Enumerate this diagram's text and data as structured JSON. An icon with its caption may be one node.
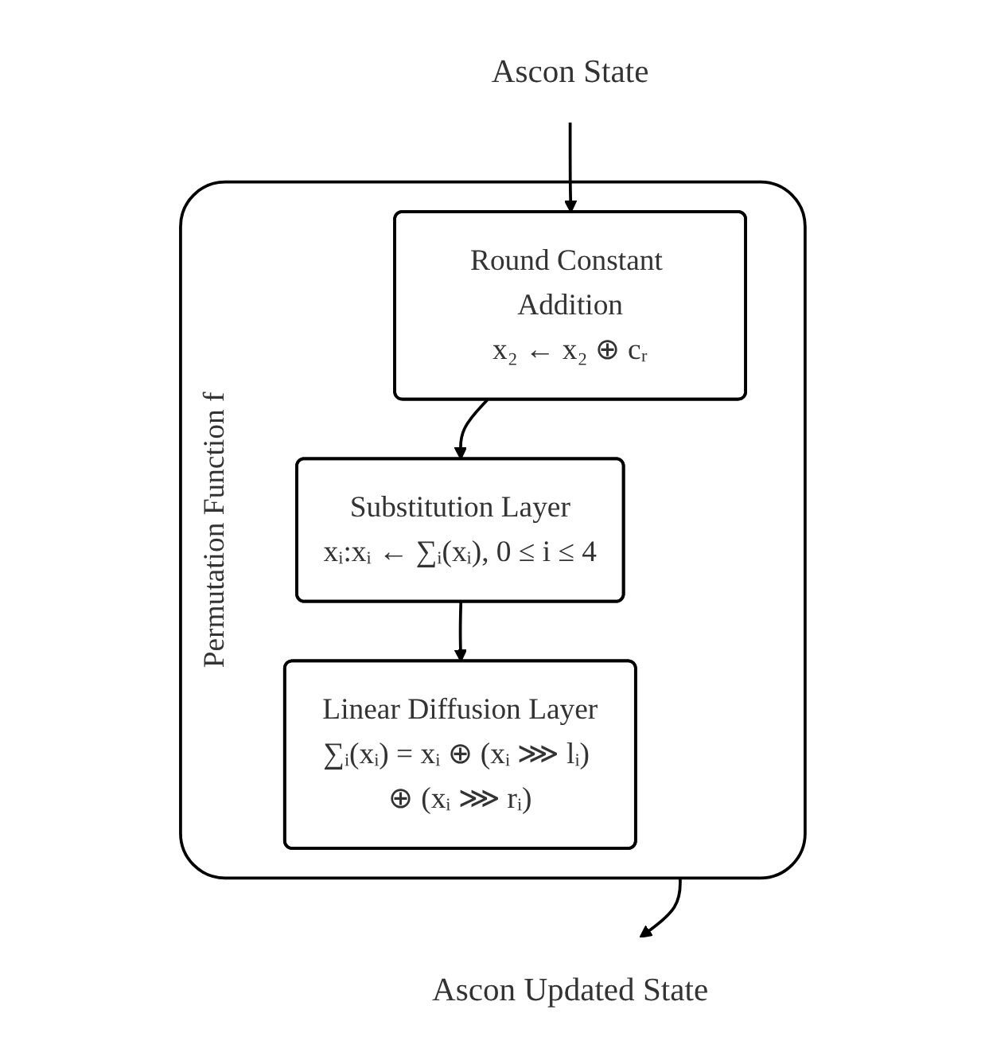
{
  "diagram": {
    "nodes": [
      {
        "text": [
          "Ascon State"
        ]
      },
      {
        "text": [
          "Permutation Function f"
        ]
      },
      {
        "text": [
          "Round Constant Addition",
          "x₂ ← x₂ ⊕ cᵣ"
        ],
        "in": 1
      },
      {
        "text": [
          "Substitution Layer",
          "xᵢ:xᵢ ← ∑ᵢ(xᵢ),    0 ≤ i ≤ 4"
        ],
        "in": 1
      },
      {
        "text": [
          "Linear Diffusion Layer",
          "∑ᵢ(xᵢ) = xᵢ ⊕ (xᵢ ⋙ lᵢ) ⊕ (xᵢ ⋙ rᵢ)"
        ],
        "in": 1
      },
      {
        "text": [
          "Ascon Updated State"
        ]
      }
    ],
    "edges": [
      {
        "from": 0,
        "to": 2,
        "arrow": "to"
      },
      {
        "from": 2,
        "to": 3,
        "arrow": "to"
      },
      {
        "from": 3,
        "to": 4,
        "arrow": "to"
      },
      {
        "from": 1,
        "to": 5,
        "arrow": "to"
      }
    ]
  }
}
